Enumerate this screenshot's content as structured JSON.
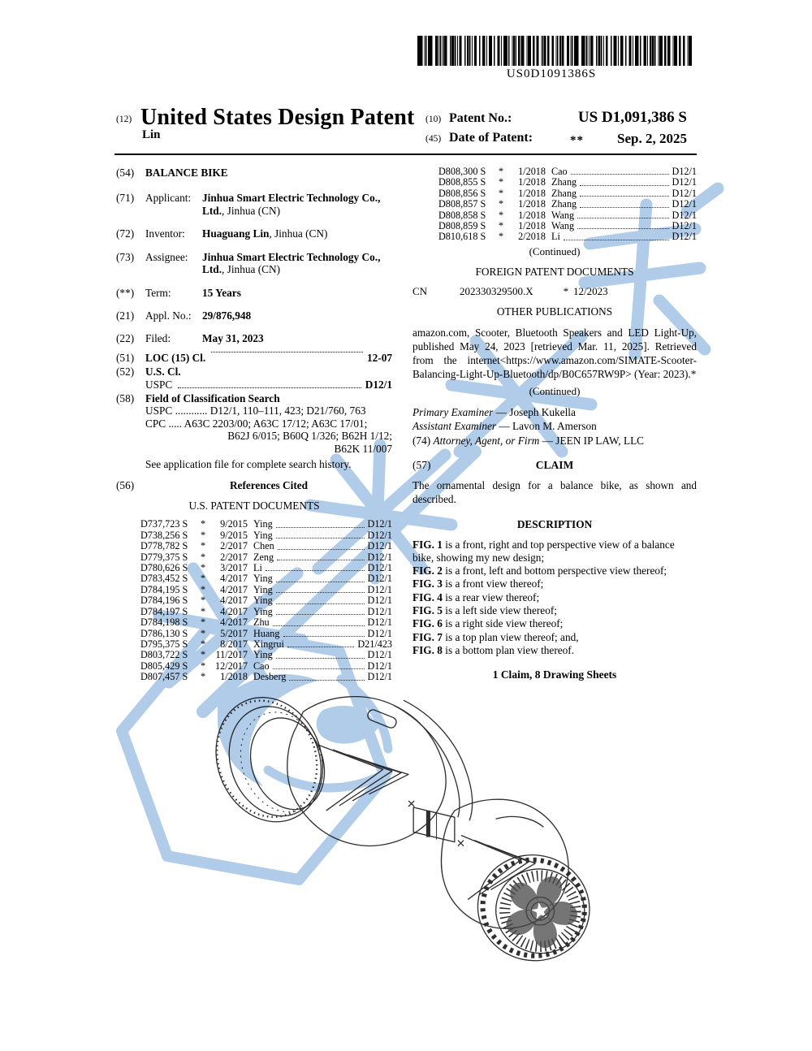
{
  "barcode": {
    "text": "US0D1091386S"
  },
  "header": {
    "kind_tag": "(12)",
    "doc_title": "United States Design Patent",
    "inventor_surname": "Lin",
    "patent_no_tag": "(10)",
    "patent_no_label": "Patent No.:",
    "patent_no_value": "US D1,091,386 S",
    "date_tag": "(45)",
    "date_label": "Date of Patent:",
    "date_note": "**",
    "date_value": "Sep. 2, 2025"
  },
  "left": {
    "title": {
      "tag": "(54)",
      "text": "BALANCE BIKE"
    },
    "applicant": {
      "tag": "(71)",
      "label": "Applicant:",
      "name": "Jinhua Smart Electric Technology Co., Ltd.",
      "location": ", Jinhua (CN)"
    },
    "inventor": {
      "tag": "(72)",
      "label": "Inventor:",
      "name": "Huaguang Lin",
      "location": ", Jinhua (CN)"
    },
    "assignee": {
      "tag": "(73)",
      "label": "Assignee:",
      "name": "Jinhua Smart Electric Technology Co., Ltd.",
      "location": ", Jinhua (CN)"
    },
    "term": {
      "tag": "(**)",
      "label": "Term:",
      "value": "15 Years"
    },
    "appl_no": {
      "tag": "(21)",
      "label": "Appl. No.:",
      "value": "29/876,948"
    },
    "filed": {
      "tag": "(22)",
      "label": "Filed:",
      "value": "May 31, 2023"
    },
    "loc": {
      "tag": "(51)",
      "label": "LOC (15) Cl.",
      "value": "12-07"
    },
    "us_cl": {
      "tag": "(52)",
      "label": "U.S. Cl.",
      "uspc_label": "USPC",
      "uspc_value": "D12/1"
    },
    "field_search": {
      "tag": "(58)",
      "label": "Field of Classification Search",
      "uspc_line": "USPC ............ D12/1, 110–111, 423; D21/760, 763",
      "cpc_line1": "CPC ..... A63C 2203/00; A63C 17/12; A63C 17/01;",
      "cpc_line2": "B62J 6/015; B60Q 1/326; B62H 1/12;",
      "cpc_line3": "B62K 11/007",
      "note": "See application file for complete search history."
    },
    "references": {
      "tag": "(56)",
      "heading": "References Cited",
      "subheading": "U.S. PATENT DOCUMENTS"
    }
  },
  "us_patents_left": [
    {
      "no": "D737,723 S",
      "star": "*",
      "date": "9/2015",
      "name": "Ying",
      "cls": "D12/1"
    },
    {
      "no": "D738,256 S",
      "star": "*",
      "date": "9/2015",
      "name": "Ying",
      "cls": "D12/1"
    },
    {
      "no": "D778,782 S",
      "star": "*",
      "date": "2/2017",
      "name": "Chen",
      "cls": "D12/1"
    },
    {
      "no": "D779,375 S",
      "star": "*",
      "date": "2/2017",
      "name": "Zeng",
      "cls": "D12/1"
    },
    {
      "no": "D780,626 S",
      "star": "*",
      "date": "3/2017",
      "name": "Li",
      "cls": "D12/1"
    },
    {
      "no": "D783,452 S",
      "star": "*",
      "date": "4/2017",
      "name": "Ying",
      "cls": "D12/1"
    },
    {
      "no": "D784,195 S",
      "star": "*",
      "date": "4/2017",
      "name": "Ying",
      "cls": "D12/1"
    },
    {
      "no": "D784,196 S",
      "star": "*",
      "date": "4/2017",
      "name": "Ying",
      "cls": "D12/1"
    },
    {
      "no": "D784,197 S",
      "star": "*",
      "date": "4/2017",
      "name": "Ying",
      "cls": "D12/1"
    },
    {
      "no": "D784,198 S",
      "star": "*",
      "date": "4/2017",
      "name": "Zhu",
      "cls": "D12/1"
    },
    {
      "no": "D786,130 S",
      "star": "*",
      "date": "5/2017",
      "name": "Huang",
      "cls": "D12/1"
    },
    {
      "no": "D795,375 S",
      "star": "*",
      "date": "8/2017",
      "name": "Xingrui",
      "cls": "D21/423"
    },
    {
      "no": "D803,722 S",
      "star": "*",
      "date": "11/2017",
      "name": "Ying",
      "cls": "D12/1"
    },
    {
      "no": "D805,429 S",
      "star": "*",
      "date": "12/2017",
      "name": "Cao",
      "cls": "D12/1"
    },
    {
      "no": "D807,457 S",
      "star": "*",
      "date": "1/2018",
      "name": "Desberg",
      "cls": "D12/1"
    }
  ],
  "us_patents_right": [
    {
      "no": "D808,300 S",
      "star": "*",
      "date": "1/2018",
      "name": "Cao",
      "cls": "D12/1"
    },
    {
      "no": "D808,855 S",
      "star": "*",
      "date": "1/2018",
      "name": "Zhang",
      "cls": "D12/1"
    },
    {
      "no": "D808,856 S",
      "star": "*",
      "date": "1/2018",
      "name": "Zhang",
      "cls": "D12/1"
    },
    {
      "no": "D808,857 S",
      "star": "*",
      "date": "1/2018",
      "name": "Zhang",
      "cls": "D12/1"
    },
    {
      "no": "D808,858 S",
      "star": "*",
      "date": "1/2018",
      "name": "Wang",
      "cls": "D12/1"
    },
    {
      "no": "D808,859 S",
      "star": "*",
      "date": "1/2018",
      "name": "Wang",
      "cls": "D12/1"
    },
    {
      "no": "D810,618 S",
      "star": "*",
      "date": "2/2018",
      "name": "Li",
      "cls": "D12/1"
    }
  ],
  "right": {
    "continued1": "(Continued)",
    "foreign_heading": "FOREIGN PATENT DOCUMENTS",
    "foreign": {
      "country": "CN",
      "number": "202330329500.X",
      "star": "*",
      "date": "12/2023"
    },
    "other_heading": "OTHER PUBLICATIONS",
    "other_text": "amazon.com, Scooter, Bluetooth Speakers and LED Light-Up, published May 24, 2023 [retrieved Mar. 11, 2025]. Retrieved from the internet<https://www.amazon.com/SIMATE-Scooter-Balancing-Light-Up-Bluetooth/dp/B0C657RW9P> (Year: 2023).*",
    "continued2": "(Continued)",
    "primary_examiner": {
      "label": "Primary Examiner",
      "value": " — Joseph Kukella"
    },
    "assistant_examiner": {
      "label": "Assistant Examiner",
      "value": " — Lavon M. Amerson"
    },
    "attorney": {
      "tag": "(74)",
      "label": "Attorney, Agent, or Firm",
      "value": " — JEEN IP LAW, LLC"
    },
    "claim": {
      "tag": "(57)",
      "heading": "CLAIM",
      "text": "The ornamental design for a balance bike, as shown and described."
    },
    "description_heading": "DESCRIPTION",
    "sheets_note": "1 Claim, 8 Drawing Sheets"
  },
  "figures": [
    {
      "num": "FIG. 1",
      "text": " is a front, right and top perspective view of a balance bike, showing my new design;"
    },
    {
      "num": "FIG. 2",
      "text": " is a front, left and bottom perspective view thereof;"
    },
    {
      "num": "FIG. 3",
      "text": " is a front view thereof;"
    },
    {
      "num": "FIG. 4",
      "text": " is a rear view thereof;"
    },
    {
      "num": "FIG. 5",
      "text": " is a left side view thereof;"
    },
    {
      "num": "FIG. 6",
      "text": " is a right side view thereof;"
    },
    {
      "num": "FIG. 7",
      "text": " is a top plan view thereof; and,"
    },
    {
      "num": "FIG. 8",
      "text": " is a bottom plan view thereof."
    }
  ],
  "watermark": {
    "color": "#9cc0e3"
  },
  "colors": {
    "page_bg": "#ffffff",
    "ink": "#000000",
    "drawing_line": "#2e2e2e"
  }
}
